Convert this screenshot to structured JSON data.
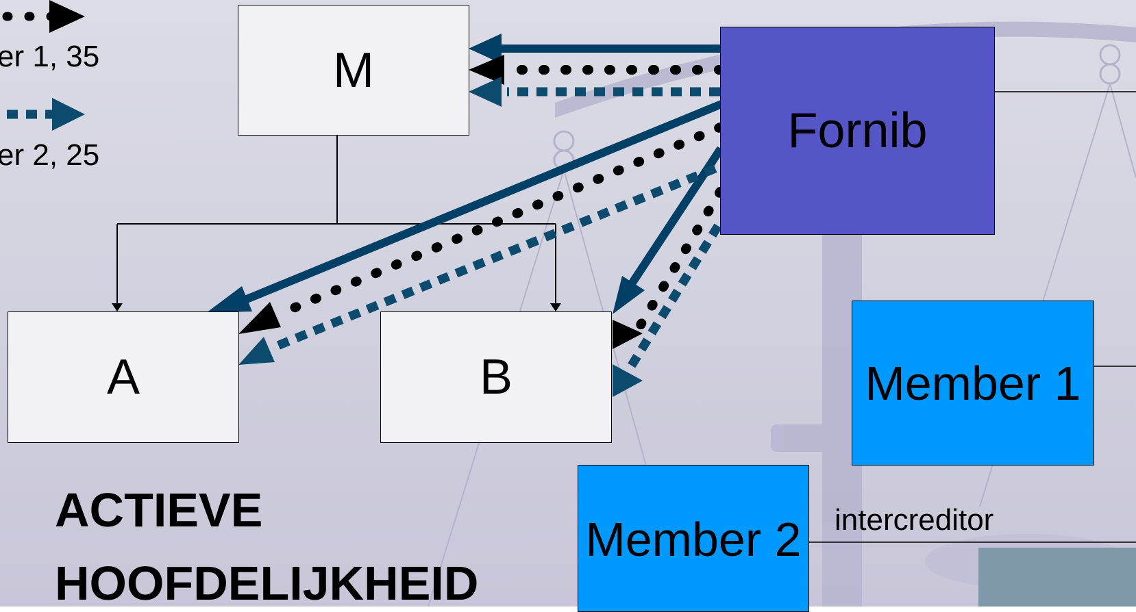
{
  "boxes": {
    "m": "M",
    "a": "A",
    "b": "B",
    "fornib": "Fornib",
    "member1": "Member 1",
    "member2": "Member 2"
  },
  "legend": {
    "member1_share": "er 1, 35",
    "member2_share": "er 2, 25"
  },
  "label_intercreditor": "intercreditor",
  "title": {
    "line1": "ACTIEVE",
    "line2": "HOOFDELIJKHEID"
  },
  "colors": {
    "fornib": "#5555c8",
    "member_boxes": "#0099ff",
    "arrow_fornib": "#003f66",
    "arrow_member1": "#000000",
    "arrow_member2": "#0c4a6e"
  }
}
